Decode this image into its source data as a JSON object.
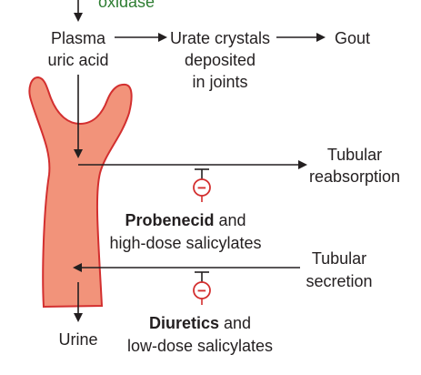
{
  "enzyme_partial": "oxidase",
  "nodes": {
    "plasma_line1": "Plasma",
    "plasma_line2": "uric acid",
    "urate_line1": "Urate crystals",
    "urate_line2": "deposited",
    "urate_line3": "in joints",
    "gout": "Gout",
    "tubular_reabsorption_line1": "Tubular",
    "tubular_reabsorption_line2": "reabsorption",
    "tubular_secretion_line1": "Tubular",
    "tubular_secretion_line2": "secretion",
    "urine": "Urine"
  },
  "inhibitors": {
    "reabsorption": {
      "drug": "Probenecid",
      "connector": " and",
      "line2": "high-dose salicylates"
    },
    "secretion": {
      "drug": "Diuretics",
      "connector": " and",
      "line2": "low-dose salicylates"
    }
  },
  "inhibit_symbol": "−",
  "colors": {
    "tubule_fill": "#f2937a",
    "tubule_stroke": "#d32f2f",
    "inhibitor_red": "#d32f2f",
    "arrow": "#231f20",
    "enzyme_green": "#2e7d32"
  }
}
